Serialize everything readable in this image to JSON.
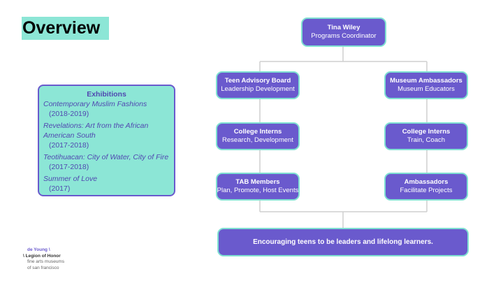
{
  "title": "Overview",
  "exhibitions": {
    "heading": "Exhibitions",
    "items": [
      {
        "name": "Contemporary Muslim Fashions",
        "years": "(2018-2019)"
      },
      {
        "name": "Revelations: Art from the African American South",
        "years": "(2017-2018)"
      },
      {
        "name": "Teotihuacan: City of Water, City of Fire",
        "years": "(2017-2018)"
      },
      {
        "name": "Summer of Love",
        "years": "(2017)"
      }
    ]
  },
  "org_chart": {
    "root": {
      "title": "Tina Wiley",
      "subtitle": "Programs Coordinator"
    },
    "left": [
      {
        "title": "Teen Advisory Board",
        "subtitle": "Leadership Development"
      },
      {
        "title": "College Interns",
        "subtitle": "Research, Development"
      },
      {
        "title": "TAB Members",
        "subtitle": "Plan, Promote, Host Events"
      }
    ],
    "right": [
      {
        "title": "Museum Ambassadors",
        "subtitle": "Museum Educators"
      },
      {
        "title": "College Interns",
        "subtitle": "Train, Coach"
      },
      {
        "title": "Ambassadors",
        "subtitle": "Facilitate Projects"
      }
    ],
    "footer": "Encouraging teens to be leaders and lifelong learners."
  },
  "logo": {
    "line1": "de Young \\",
    "line2": "\\ Legion of Honor",
    "line3": "fine arts museums",
    "line4": "of san francisco"
  },
  "colors": {
    "accent_teal": "#8ce6d6",
    "node_purple": "#6a5acd",
    "node_border": "#7fe0d2",
    "connector": "#cfcfcf"
  }
}
